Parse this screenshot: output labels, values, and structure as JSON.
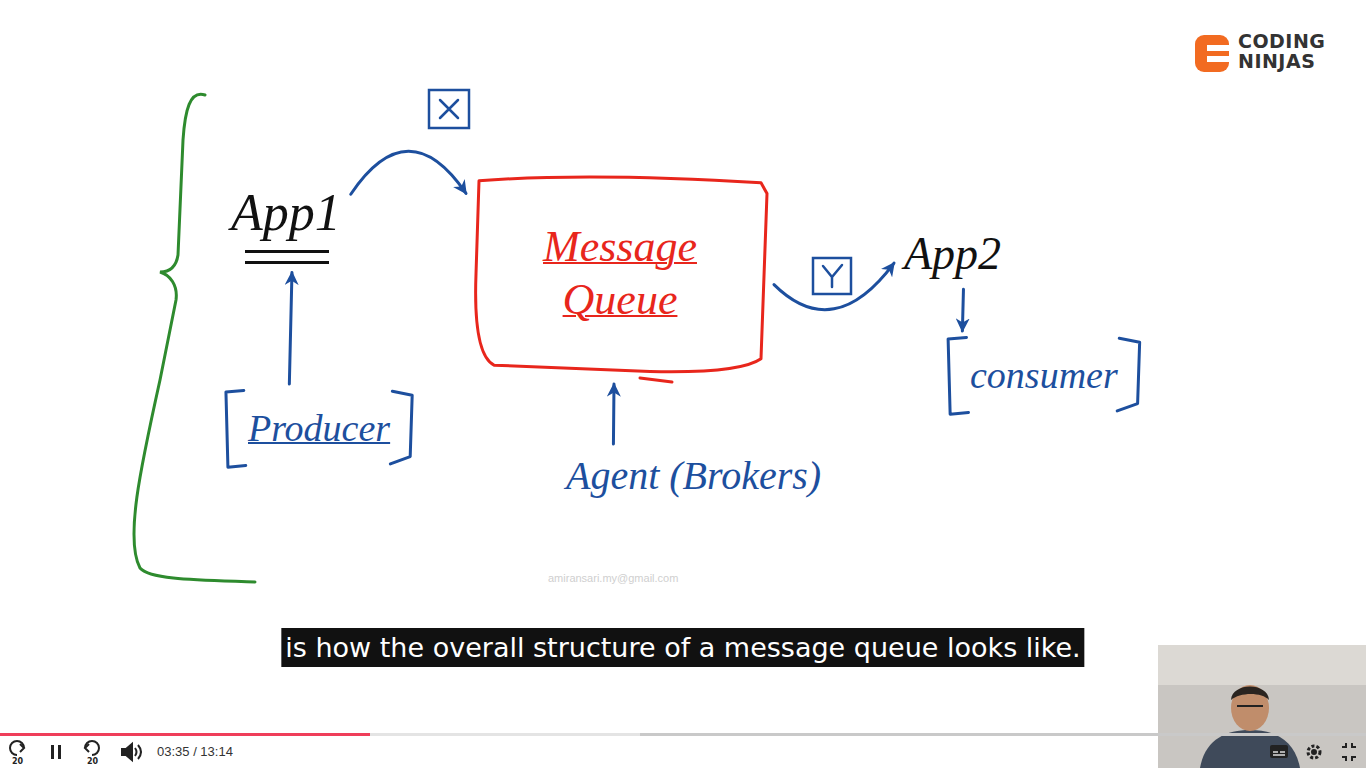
{
  "diagram": {
    "nodes": [
      {
        "text": [
          "App1"
        ]
      },
      {
        "text": [
          "Producer"
        ]
      },
      {
        "text": [
          "Message Queue"
        ]
      },
      {
        "text": [
          "Agent (Brokers)"
        ]
      },
      {
        "text": [
          "App2"
        ]
      },
      {
        "text": [
          "consumer"
        ]
      }
    ],
    "edges": [
      {
        "from": 1,
        "to": 0,
        "arrow": "to"
      },
      {
        "from": 0,
        "to": 2,
        "arrow": "to"
      },
      {
        "from": 3,
        "to": 2,
        "arrow": "to"
      },
      {
        "from": 2,
        "to": 4,
        "arrow": "to"
      },
      {
        "from": 4,
        "to": 5,
        "arrow": "to"
      }
    ],
    "labels": [
      "CODING NINJAS",
      "amiransari.my@gmail.com",
      "is how the overall structure of a message queue looks like.",
      "20",
      "20",
      "03:35 / 13:14"
    ]
  }
}
